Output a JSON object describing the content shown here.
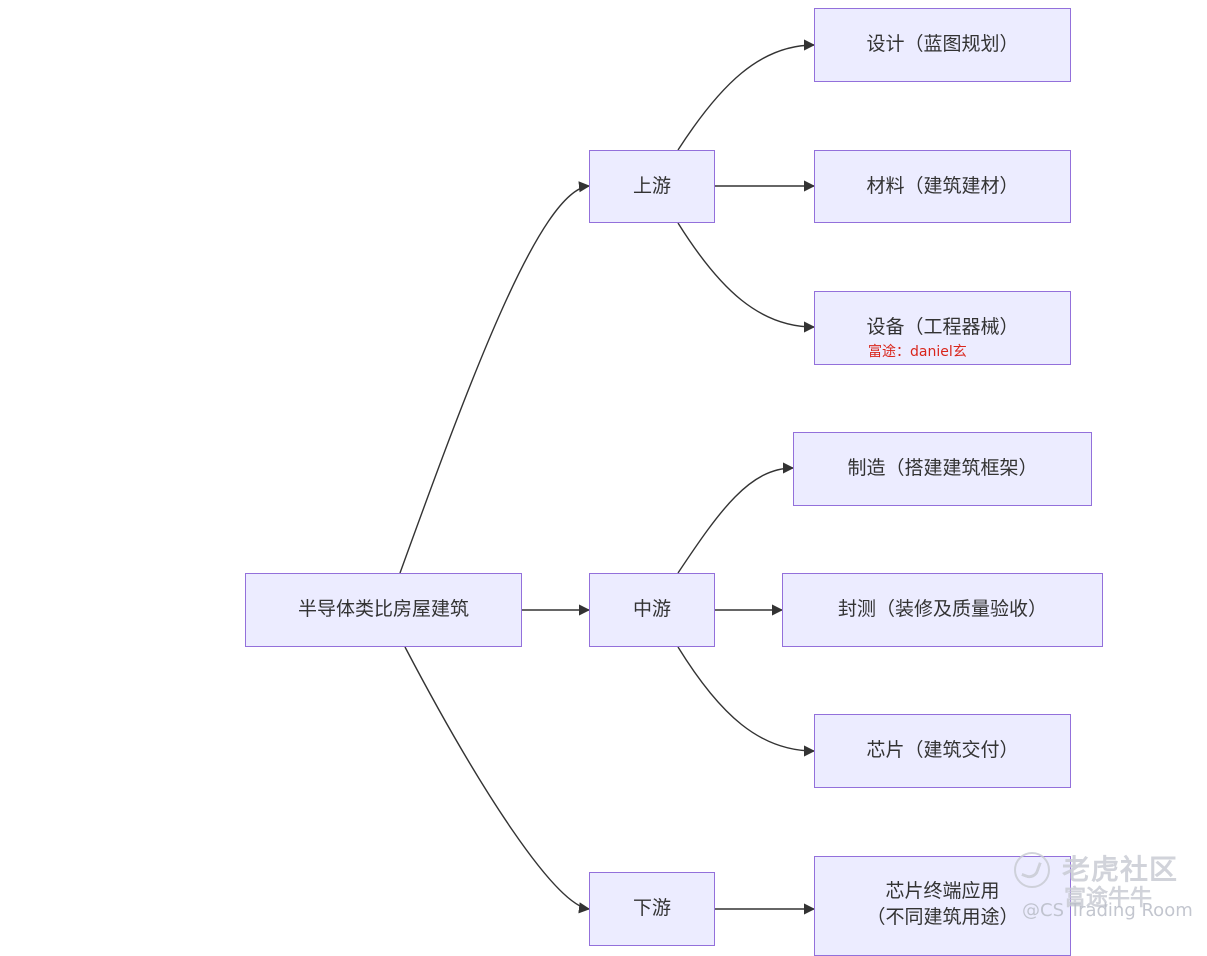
{
  "nodes": {
    "root": "半导体类比房屋建筑",
    "upstream": "上游",
    "midstream": "中游",
    "downstream": "下游",
    "design": "设计（蓝图规划）",
    "materials": "材料（建筑建材）",
    "equipment": "设备（工程器械）",
    "manufacturing": "制造（搭建建筑框架）",
    "packaging": "封测（装修及质量验收）",
    "chip": "芯片（建筑交付）",
    "terminal_line1": "芯片终端应用",
    "terminal_line2": "（不同建筑用途）"
  },
  "annotation": "富途：daniel玄",
  "watermark": {
    "community": "老虎社区",
    "brand": "富途牛牛",
    "handle": "@CS Trading Room"
  },
  "colors": {
    "node_fill": "#ececff",
    "node_border": "#9370db",
    "edge": "#333333",
    "annotation": "#d9261c"
  }
}
